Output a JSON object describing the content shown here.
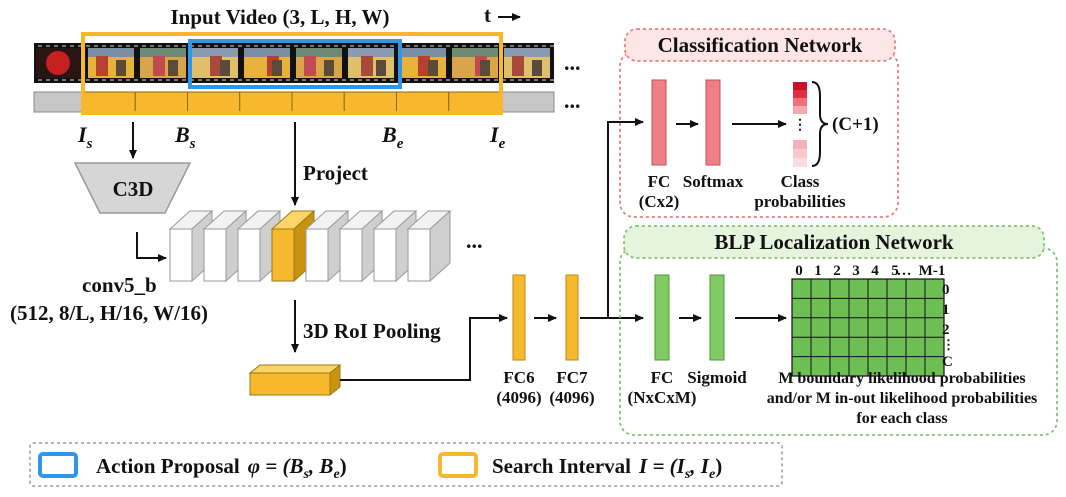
{
  "video": {
    "title": "Input Video (3, L, H, W)",
    "time_label": "t",
    "ellipsis": "..."
  },
  "markers": {
    "is": {
      "main": "I",
      "sub": "s"
    },
    "bs": {
      "main": "B",
      "sub": "s"
    },
    "be": {
      "main": "B",
      "sub": "e"
    },
    "ie": {
      "main": "I",
      "sub": "e"
    }
  },
  "backbone": {
    "c3d": "C3D",
    "project": "Project",
    "conv_name": "conv5_b",
    "conv_shape": "(512, 8/L, H/16, W/16)",
    "roi_pool": "3D RoI Pooling",
    "ellipsis": "..."
  },
  "fc_layers": {
    "fc6": "FC6",
    "fc6_dim": "(4096)",
    "fc7": "FC7",
    "fc7_dim": "(4096)"
  },
  "classification": {
    "title": "Classification Network",
    "fc": "FC",
    "fc_dim": "(Cx2)",
    "softmax": "Softmax",
    "out_line1": "Class",
    "out_line2": "probabilities",
    "count": "(C+1)",
    "vdots": "⋮"
  },
  "blp": {
    "title": "BLP Localization Network",
    "fc": "FC",
    "fc_dim": "(NxCxM)",
    "sigmoid": "Sigmoid",
    "col_labels": [
      "0",
      "1",
      "2",
      "3",
      "4",
      "5",
      "…",
      "M-1"
    ],
    "row_labels": [
      "0",
      "1",
      "2",
      "⋮",
      "C"
    ],
    "desc1": "M boundary likelihood probabilities",
    "desc2": "and/or M in-out likelihood probabilities",
    "desc3": "for each class"
  },
  "legend": {
    "proposal_label": "Action Proposal",
    "proposal_eq": "φ = (B",
    "proposal_sub1": "s",
    "proposal_mid": ", B",
    "proposal_sub2": "e",
    "proposal_end": ")",
    "interval_label": "Search Interval",
    "interval_eq": "I = (I",
    "interval_sub1": "s",
    "interval_mid": ", I",
    "interval_sub2": "e",
    "interval_end": ")"
  },
  "colors": {
    "orange": "#f8b82e",
    "blue": "#2f97e6",
    "red_fc": "#ee7f86",
    "green_fc": "#80cc62",
    "grid_green": "#6dbf53",
    "cls_bg": "#fde6e6",
    "cls_border": "#ea7d7d",
    "blp_bg": "#e5f4dc",
    "blp_border": "#82c46a"
  }
}
